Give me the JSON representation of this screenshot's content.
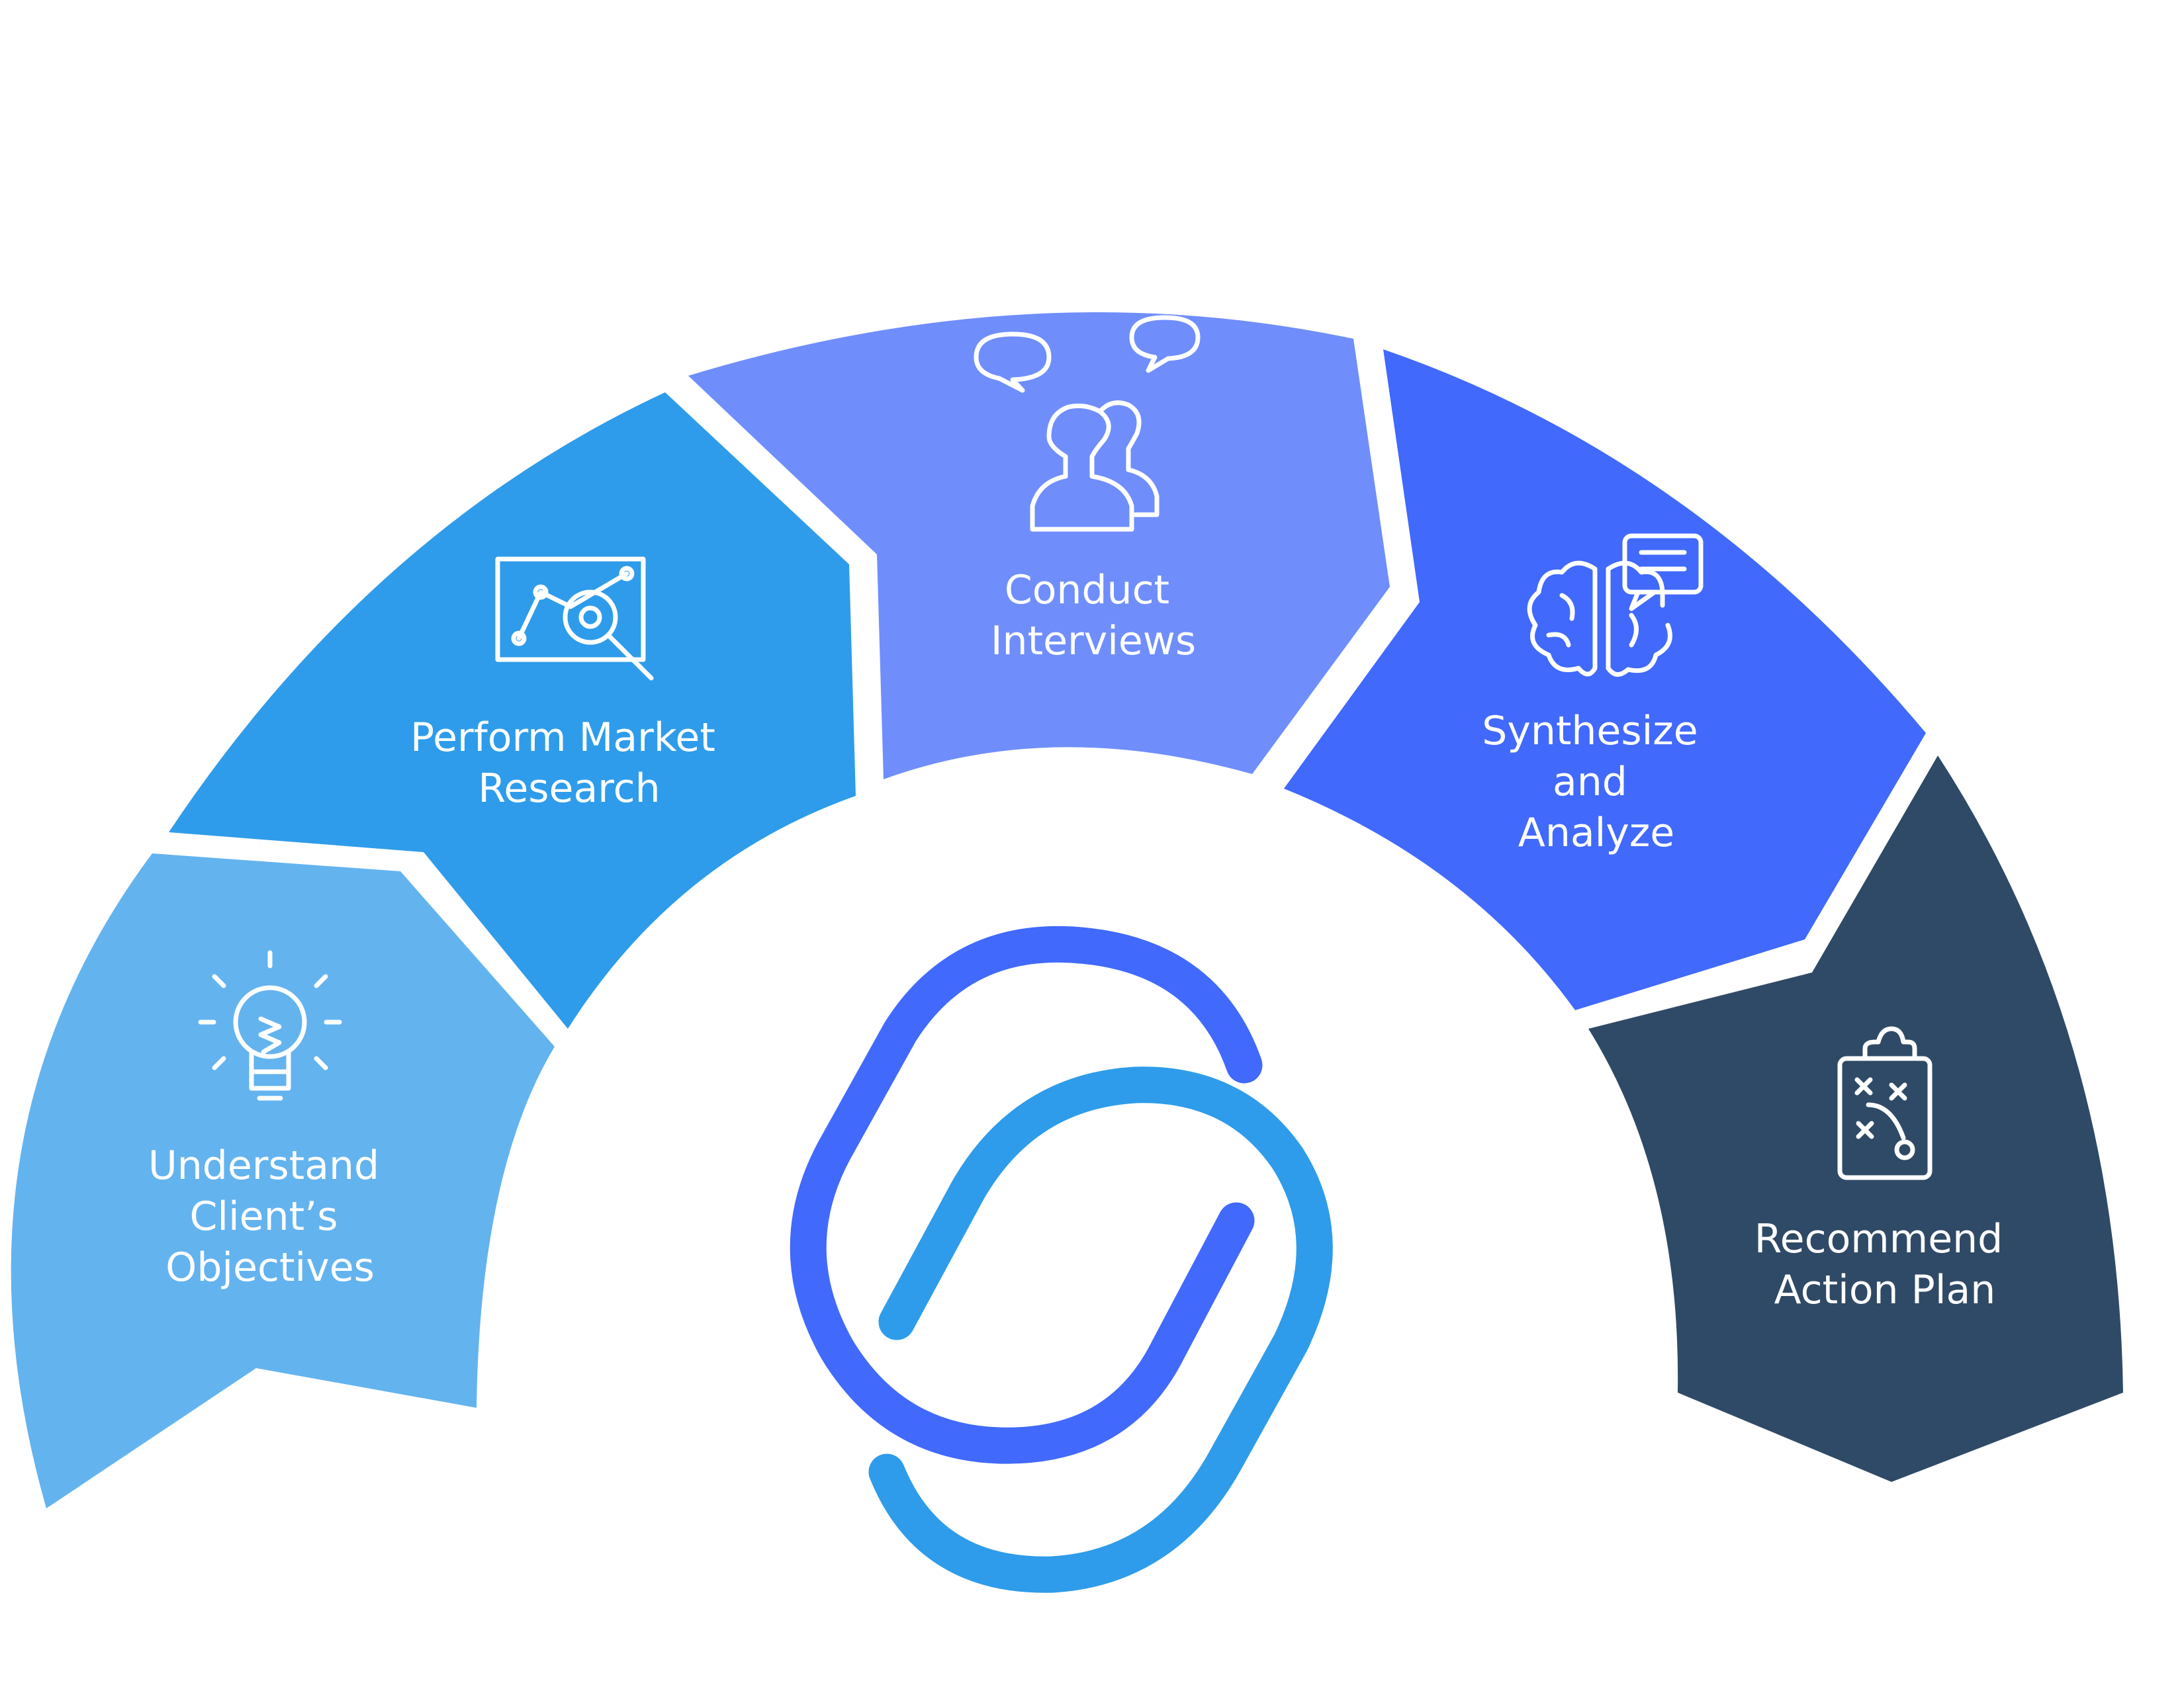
{
  "diagram": {
    "steps": [
      {
        "label_lines": [
          "Understand",
          "Client’s",
          "Objectives"
        ],
        "icon": "lightbulb-icon",
        "color": "#63B3EF"
      },
      {
        "label_lines": [
          "Perform Market",
          "Research"
        ],
        "icon": "market-research-icon",
        "color": "#2E9CEA"
      },
      {
        "label_lines": [
          "Conduct",
          "Interviews"
        ],
        "icon": "interview-icon",
        "color": "#6F8EFC"
      },
      {
        "label_lines": [
          "Synthesize",
          "and",
          "Analyze"
        ],
        "icon": "brain-analysis-icon",
        "color": "#4169FC"
      },
      {
        "label_lines": [
          "Recommend",
          "Action Plan"
        ],
        "icon": "action-plan-clipboard-icon",
        "color": "#2F4A66"
      }
    ],
    "center_logo": {
      "icon": "linked-s-logo-icon",
      "colors": [
        "#4169FC",
        "#2E9CEA"
      ]
    }
  }
}
